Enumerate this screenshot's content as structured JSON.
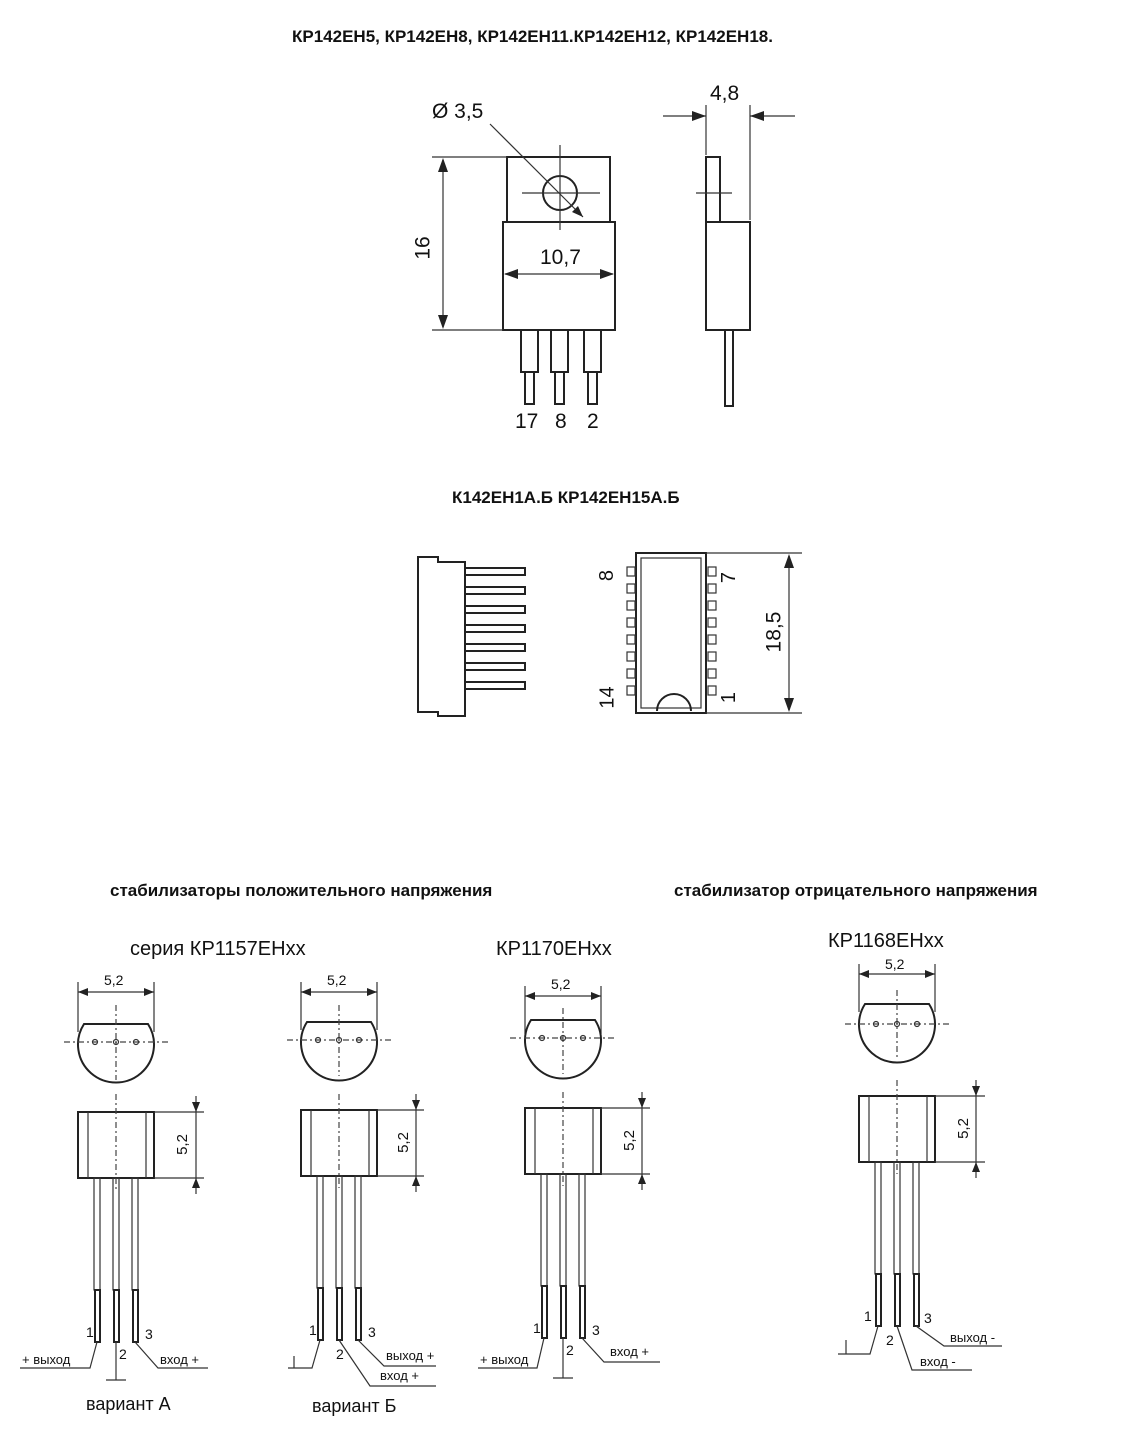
{
  "headers": {
    "top": "КР142ЕН5, КР142ЕН8, КР142ЕН11.КР142ЕН12, КР142ЕН18.",
    "middle": "К142ЕН1А.Б КР142ЕН15А.Б",
    "positive": "стабилизаторы положительного напряжения",
    "negative": "стабилизатор отрицательного напряжения"
  },
  "to220": {
    "hole_dim": "Ø 3,5",
    "height_dim": "16",
    "width_dim": "10,7",
    "thickness_dim": "4,8",
    "pins": [
      "17",
      "8",
      "2"
    ]
  },
  "dip": {
    "length_dim": "18,5",
    "pin_top_left": "8",
    "pin_top_right": "7",
    "pin_bottom_left": "14",
    "pin_bottom_right": "1"
  },
  "to92": {
    "series_a": "серия КР1157ЕНхх",
    "series_c": "КР1170ЕНхх",
    "series_d": "КР1168ЕНхх",
    "dim": "5,2",
    "pin1": "1",
    "pin2": "2",
    "pin3": "3",
    "out_plus": "+ выход",
    "in_plus": "вход +",
    "out_plus_b": "выход +",
    "in_plus_b": "вход +",
    "out_minus": "выход -",
    "in_minus": "вход -",
    "variant_a": "вариант А",
    "variant_b": "вариант Б"
  }
}
